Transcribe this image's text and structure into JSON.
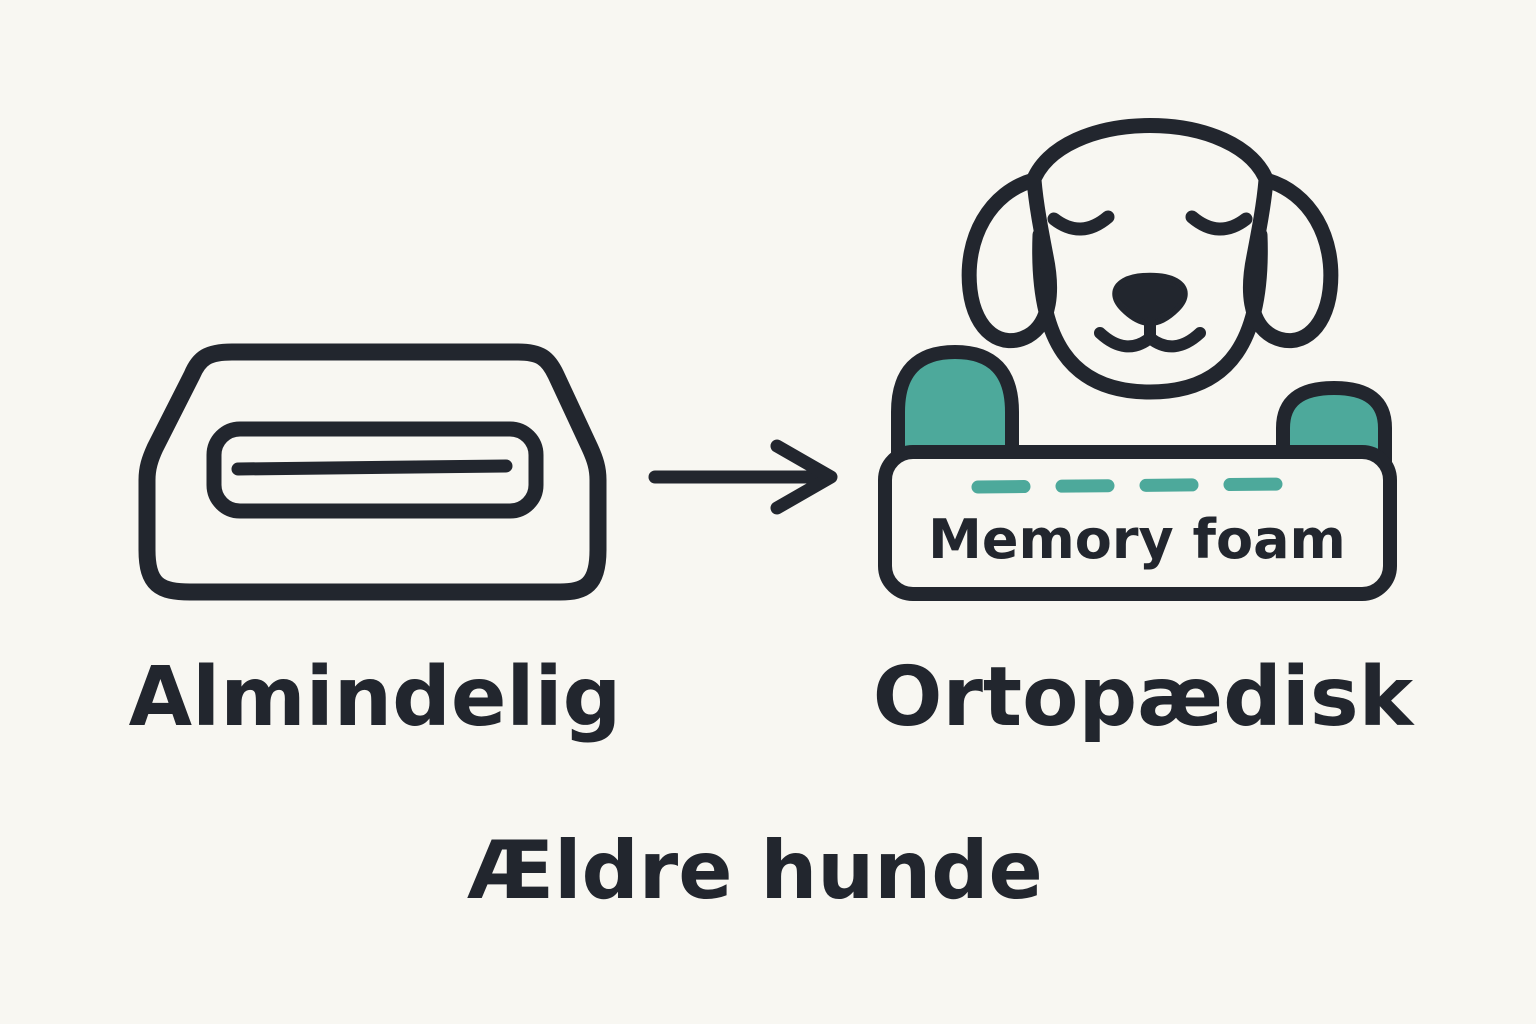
{
  "background": "#f8f7f2",
  "colors": {
    "ink": "#22262e",
    "teal": "#4da99b",
    "bed_fill": "#f8f7f2"
  },
  "diagram": {
    "left": {
      "label": "Almindelig",
      "icon": "regular-dog-bed-icon"
    },
    "arrow": {
      "icon": "right-arrow-icon"
    },
    "right": {
      "label": "Ortopædisk",
      "icon": "orthopedic-dog-bed-icon",
      "dog_icon": "sleeping-dog-head-icon",
      "bed_text": "Memory foam"
    },
    "caption": "Ældre hunde"
  }
}
